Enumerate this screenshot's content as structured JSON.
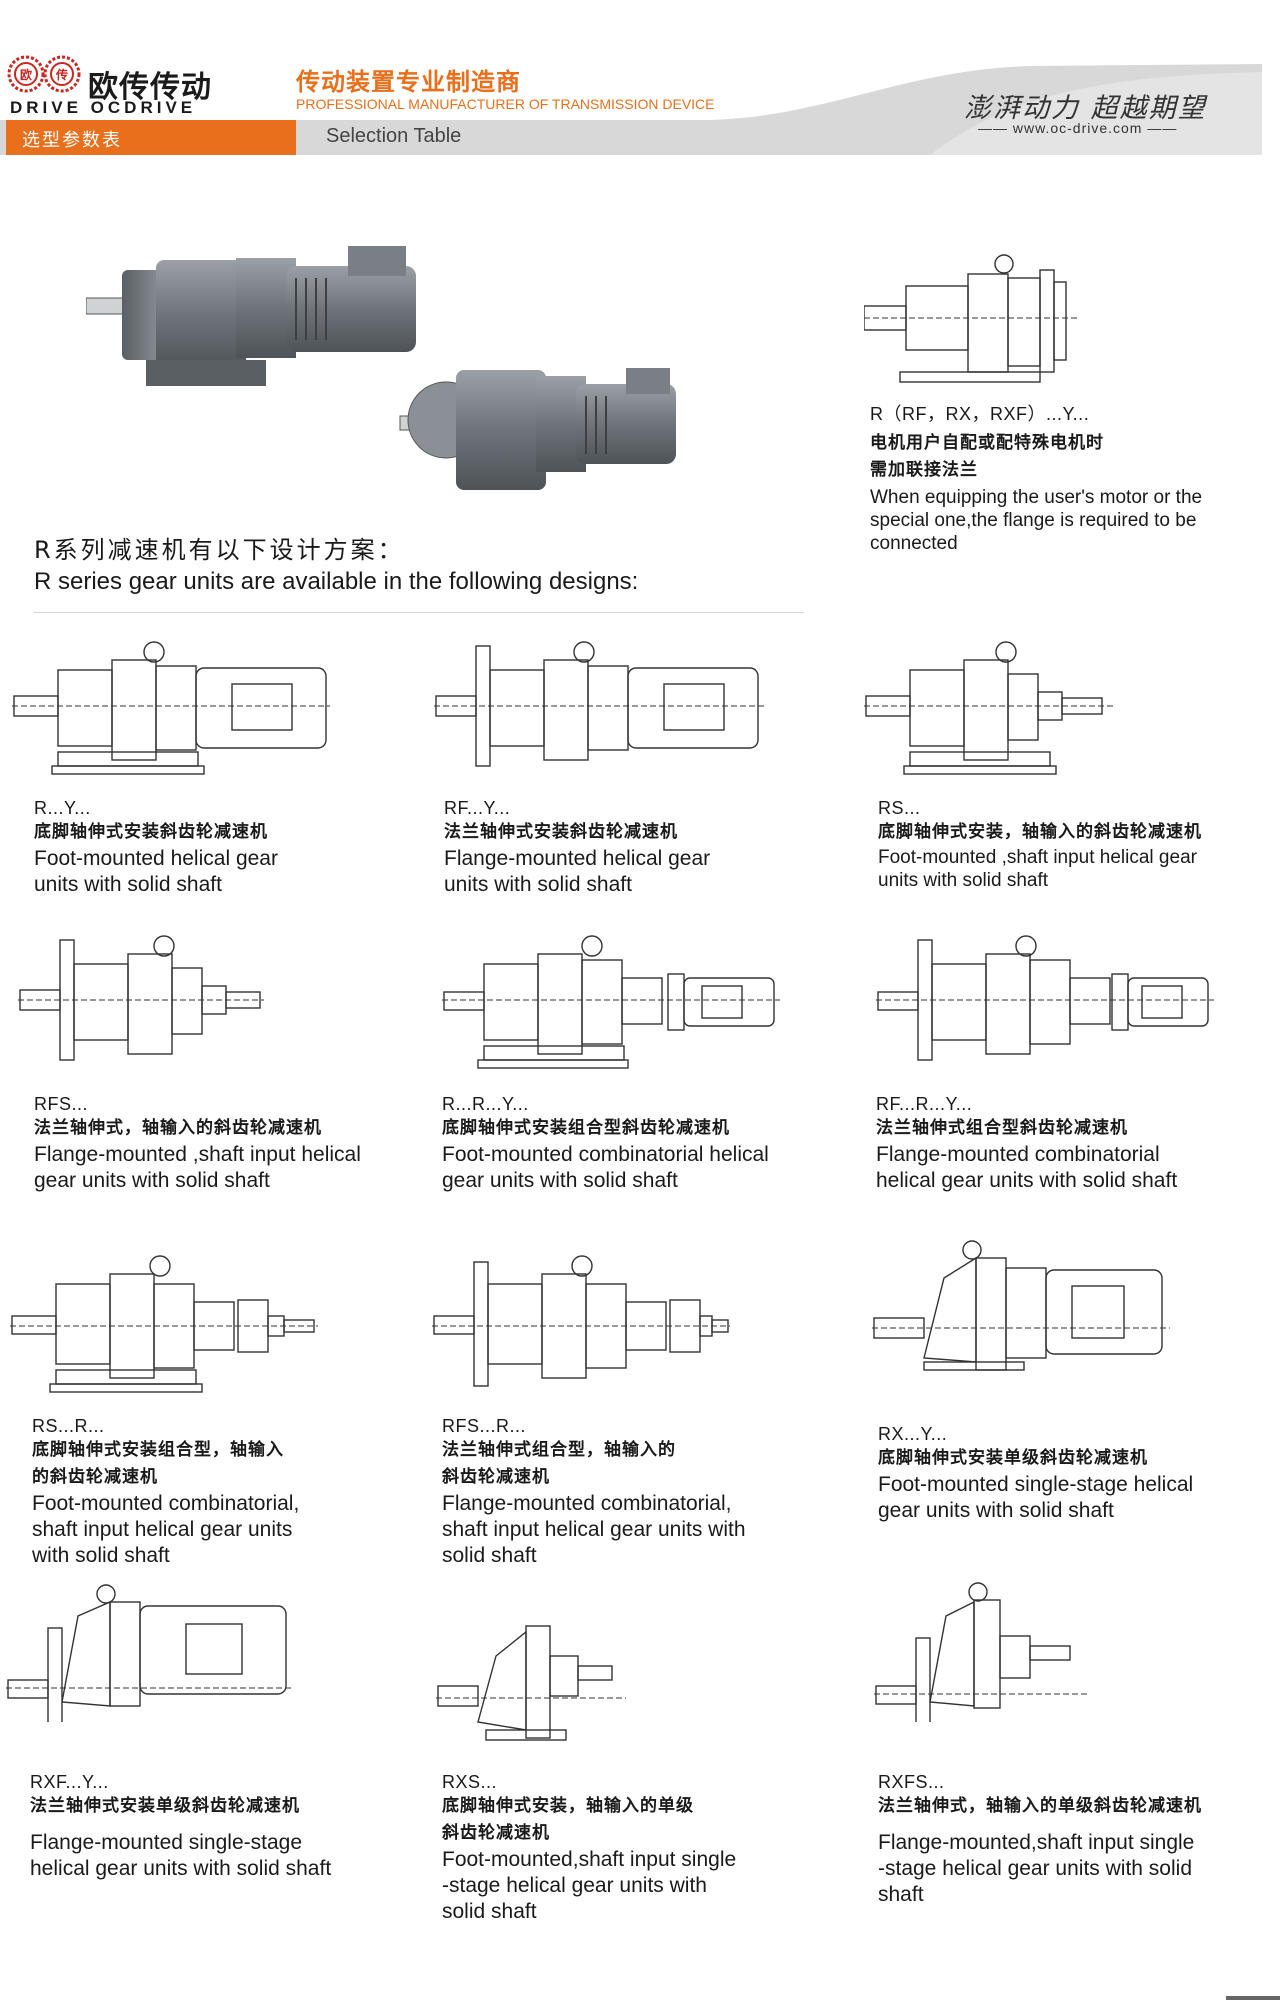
{
  "header": {
    "brand_cn": "欧传传动",
    "brand_en": "DRIVE OCDRIVE",
    "logo_badge_1": "欧",
    "logo_badge_2": "传",
    "slogan_cn": "传动装置专业制造商",
    "slogan_en": "PROFESSIONAL MANUFACTURER OF TRANSMISSION DEVICE",
    "tab_cn": "选型参数表",
    "tab_en": "Selection Table",
    "motto": "澎湃动力 超越期望",
    "url": "www.oc-drive.com"
  },
  "intro": {
    "cn": "R系列减速机有以下设计方案：",
    "en": "R series gear units are available in the following designs:"
  },
  "flange_note": {
    "code": "R（RF，RX，RXF）...Y...",
    "cn_1": "电机用户自配或配特殊电机时",
    "cn_2": "需加联接法兰",
    "en_1": "When equipping the user's motor or the",
    "en_2": "special one,the flange is required to be",
    "en_3": "connected"
  },
  "designs": [
    {
      "code": "R...Y...",
      "cn": [
        "底脚轴伸式安装斜齿轮减速机"
      ],
      "en": [
        "Foot-mounted helical gear",
        "units with solid shaft"
      ]
    },
    {
      "code": "RF...Y...",
      "cn": [
        "法兰轴伸式安装斜齿轮减速机"
      ],
      "en": [
        "Flange-mounted helical gear",
        "units with solid shaft"
      ]
    },
    {
      "code": "RS...",
      "cn": [
        "底脚轴伸式安装，轴输入的斜齿轮减速机"
      ],
      "en": [
        "Foot-mounted ,shaft input helical gear",
        "units with solid shaft"
      ]
    },
    {
      "code": "RFS...",
      "cn": [
        "法兰轴伸式，轴输入的斜齿轮减速机"
      ],
      "en": [
        "Flange-mounted ,shaft input helical",
        "gear units with solid shaft"
      ]
    },
    {
      "code": "R...R...Y...",
      "cn": [
        "底脚轴伸式安装组合型斜齿轮减速机"
      ],
      "en": [
        "Foot-mounted combinatorial helical",
        "gear units with solid shaft"
      ]
    },
    {
      "code": "RF...R...Y...",
      "cn": [
        "法兰轴伸式组合型斜齿轮减速机"
      ],
      "en": [
        "Flange-mounted combinatorial",
        "helical gear units with solid shaft"
      ]
    },
    {
      "code": "RS...R...",
      "cn": [
        "底脚轴伸式安装组合型，轴输入",
        "的斜齿轮减速机"
      ],
      "en": [
        "Foot-mounted combinatorial,",
        "shaft input helical gear units",
        "with solid shaft"
      ]
    },
    {
      "code": "RFS...R...",
      "cn": [
        "法兰轴伸式组合型，轴输入的",
        "斜齿轮减速机"
      ],
      "en": [
        "Flange-mounted combinatorial,",
        "shaft input helical gear units with",
        "solid shaft"
      ]
    },
    {
      "code": "RX...Y...",
      "cn": [
        "底脚轴伸式安装单级斜齿轮减速机"
      ],
      "en": [
        "Foot-mounted single-stage helical",
        "gear units with solid shaft"
      ]
    },
    {
      "code": "RXF...Y...",
      "cn": [
        "法兰轴伸式安装单级斜齿轮减速机"
      ],
      "en": [
        "Flange-mounted single-stage",
        "helical gear units with solid shaft"
      ]
    },
    {
      "code": "RXS...",
      "cn": [
        "底脚轴伸式安装，轴输入的单级",
        "斜齿轮减速机"
      ],
      "en": [
        "Foot-mounted,shaft input single",
        "-stage  helical gear units with",
        "solid shaft"
      ]
    },
    {
      "code": "RXFS...",
      "cn": [
        "法兰轴伸式，轴输入的单级斜齿轮减速机"
      ],
      "en": [
        "Flange-mounted,shaft input single",
        "-stage  helical gear units with solid",
        "shaft"
      ]
    }
  ],
  "colors": {
    "accent": "#e8701c",
    "bar": "#d8d8d8",
    "line": "#333333"
  }
}
